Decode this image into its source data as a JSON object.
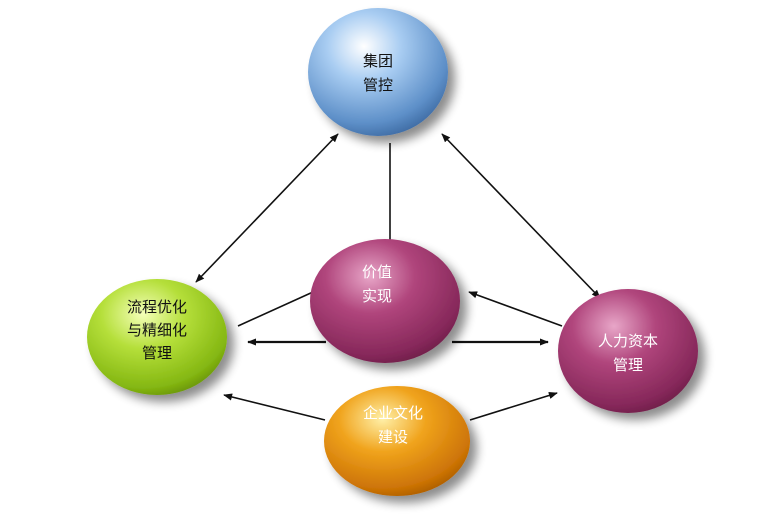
{
  "nodes": {
    "group_control": {
      "line1": "集团",
      "line2": "管控"
    },
    "value_realization": {
      "line1": "价值",
      "line2": "实现"
    },
    "process_optimization": {
      "line1": "流程优化",
      "line2": "与精细化",
      "line3": "管理"
    },
    "human_capital": {
      "line1": "人力资本",
      "line2": "管理"
    },
    "enterprise_culture": {
      "line1": "企业文化",
      "line2": "建设"
    }
  },
  "colors": {
    "group_control": "#7fb0e0",
    "value_realization": "#a03a6e",
    "process_optimization": "#9acb22",
    "human_capital": "#a03a6e",
    "enterprise_culture": "#e08a0e",
    "connector": "#111111"
  }
}
